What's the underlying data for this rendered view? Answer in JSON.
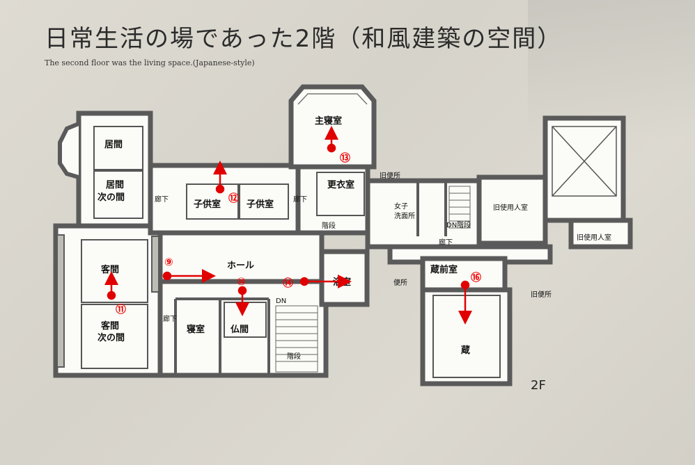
{
  "title": "日常生活の場であった2階（和風建築の空間）",
  "subtitle": "The second floor was the living space.(Japanese-style)",
  "floor_label": "2F",
  "rooms": {
    "master_bedroom": "主寝室",
    "ima": "居間",
    "ima_next": "居間",
    "ima_next2": "次の間",
    "corridor_left": "廊下",
    "kodomo1": "子供室",
    "kodomo2": "子供室",
    "corridor_mid": "廊下",
    "kouishitsu": "更衣室",
    "old_toilet1": "旧便所",
    "washroom1": "女子",
    "washroom2": "洗面所",
    "stairs_dn1": "DN階段",
    "servant1": "旧使用人室",
    "servant2": "旧使用人室",
    "kaidan_small": "階段",
    "hall": "ホール",
    "kyakuma": "客間",
    "kyakuma_next1": "客間",
    "kyakuma_next2": "次の間",
    "corridor_low": "廊下",
    "shinshitsu": "寝室",
    "butsuma": "仏間",
    "dn_label": "DN",
    "kaidan_main": "階段",
    "yokushitsu": "浴室",
    "benjo": "便所",
    "corridor_right": "廊下",
    "kuramae": "蔵前室",
    "old_toilet2": "旧便所",
    "kura": "蔵"
  },
  "markers": [
    "⑨",
    "⑩",
    "⑪",
    "⑫",
    "⑬",
    "⑭",
    "⑯"
  ],
  "colors": {
    "marker": "#e00000",
    "wall": "#5a5a5a"
  }
}
